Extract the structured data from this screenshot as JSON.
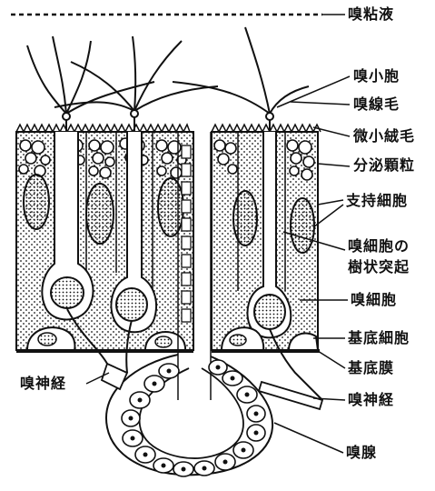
{
  "figure": {
    "colors": {
      "ink": "#111111",
      "paper": "#ffffff"
    },
    "labels": {
      "mucus": "嗅粘液",
      "vesicle": "嗅小胞",
      "cilia": "嗅線毛",
      "microvilli": "微小絨毛",
      "secretory_granules": "分泌顆粒",
      "supporting_cells": "支持細胞",
      "dendrite_line1": "嗅細胞の",
      "dendrite_line2": "樹状突起",
      "olfactory_cell": "嗅細胞",
      "basal_cell": "基底細胞",
      "basement_membrane": "基底膜",
      "nerve_left": "嗅神経",
      "nerve_right": "嗅神経",
      "gland": "嗅腺"
    }
  }
}
